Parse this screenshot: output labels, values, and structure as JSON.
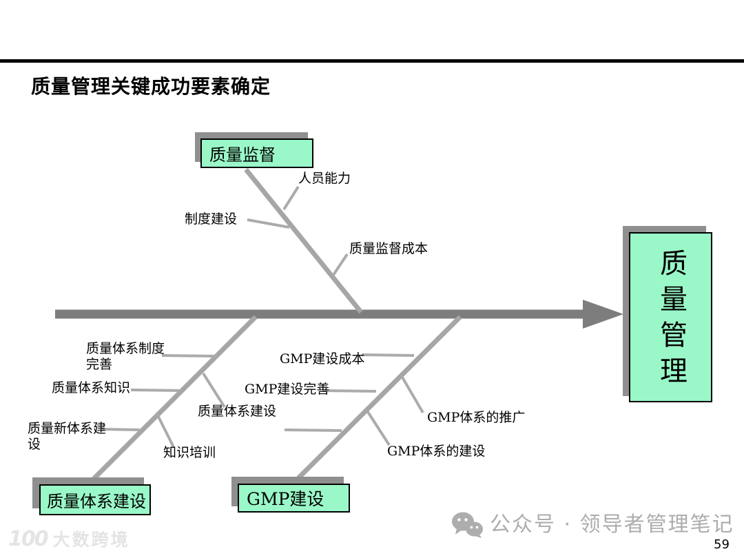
{
  "slide": {
    "title": "质量管理关键成功要素确定",
    "page_number": "59"
  },
  "diagram": {
    "effect_box": "质量管理",
    "top_branch": {
      "box": "质量监督",
      "factor_people": "人员能力",
      "factor_system": "制度建设",
      "factor_cost": "质量监督成本"
    },
    "quality_branch": {
      "box": "质量体系建设",
      "factor_regulation": "质量体系制度\n完善",
      "factor_knowledge": "质量体系知识",
      "factor_new_system": "质量新体系建\n设",
      "factor_training": "知识培训",
      "factor_construction": "质量体系建设"
    },
    "gmp_branch": {
      "box": "GMP建设",
      "factor_cost": "GMP建设成本",
      "factor_perfection": "GMP建设完善",
      "factor_promotion": "GMP体系的推广",
      "factor_construction": "GMP体系的建设"
    }
  },
  "watermarks": {
    "left_logo": "100",
    "left_text": "大数跨境",
    "right_text": "公众号 · 领导者管理笔记"
  },
  "colors": {
    "box_fill": "#9af7c8",
    "box_border": "#000000",
    "shadow": "#8f8f8f",
    "spine": "#7d7d7d",
    "branch": "#a6a6a6"
  }
}
